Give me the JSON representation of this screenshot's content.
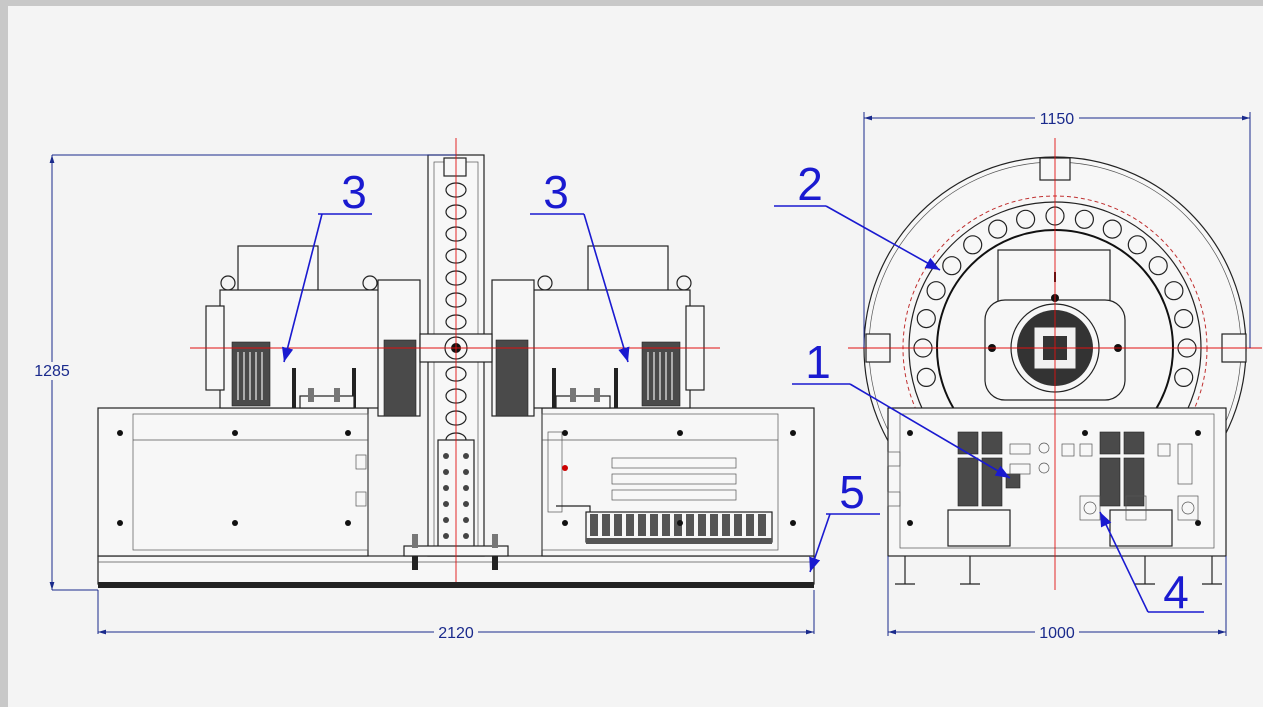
{
  "dimensions": {
    "total_width": "2120",
    "total_height": "1285",
    "side_width_top": "1150",
    "side_width_bottom": "1000"
  },
  "callouts": {
    "c1": "1",
    "c2": "2",
    "c3a": "3",
    "c3b": "3",
    "c4": "4",
    "c5": "5"
  },
  "colors": {
    "sheet": "#f4f4f4",
    "frame": "#c8c8c8",
    "callout": "#1a1ad0",
    "dimension": "#1a2a8c",
    "centerline": "#e01010"
  }
}
